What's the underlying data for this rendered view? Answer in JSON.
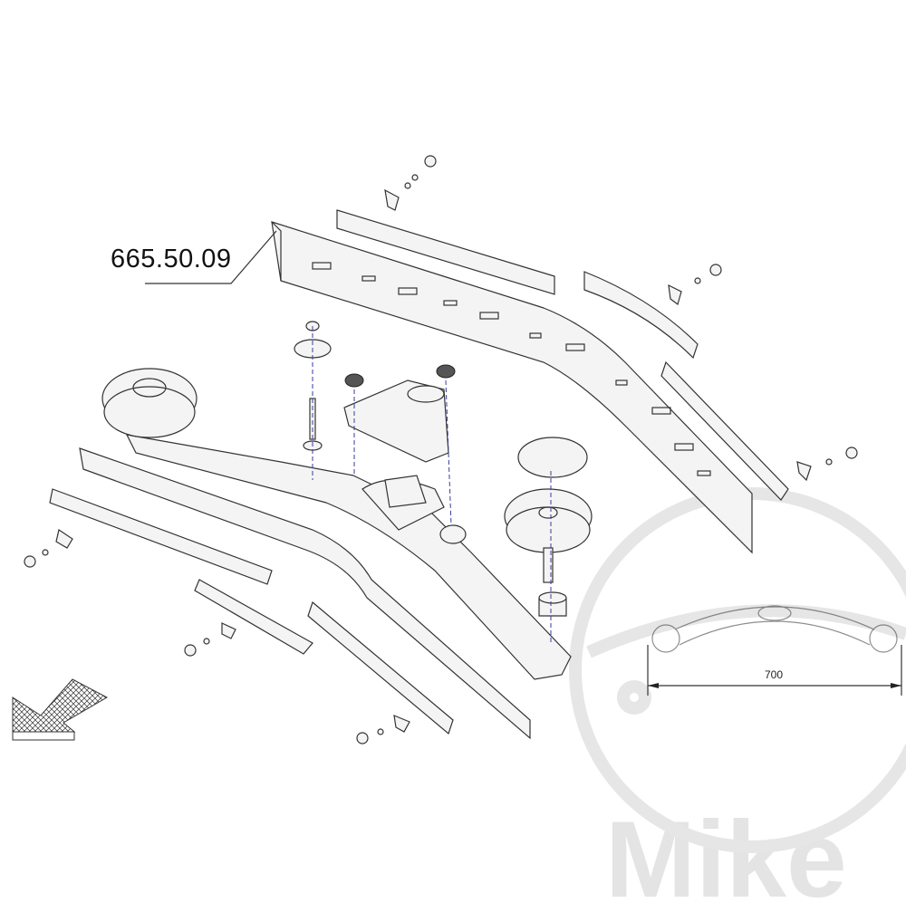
{
  "part_label": "665.50.09",
  "dimension_label": "700",
  "watermark_text": "Mike",
  "colors": {
    "line": "#333333",
    "axis_dash": "#3a3aa0",
    "watermark": "#e4e4e4"
  }
}
